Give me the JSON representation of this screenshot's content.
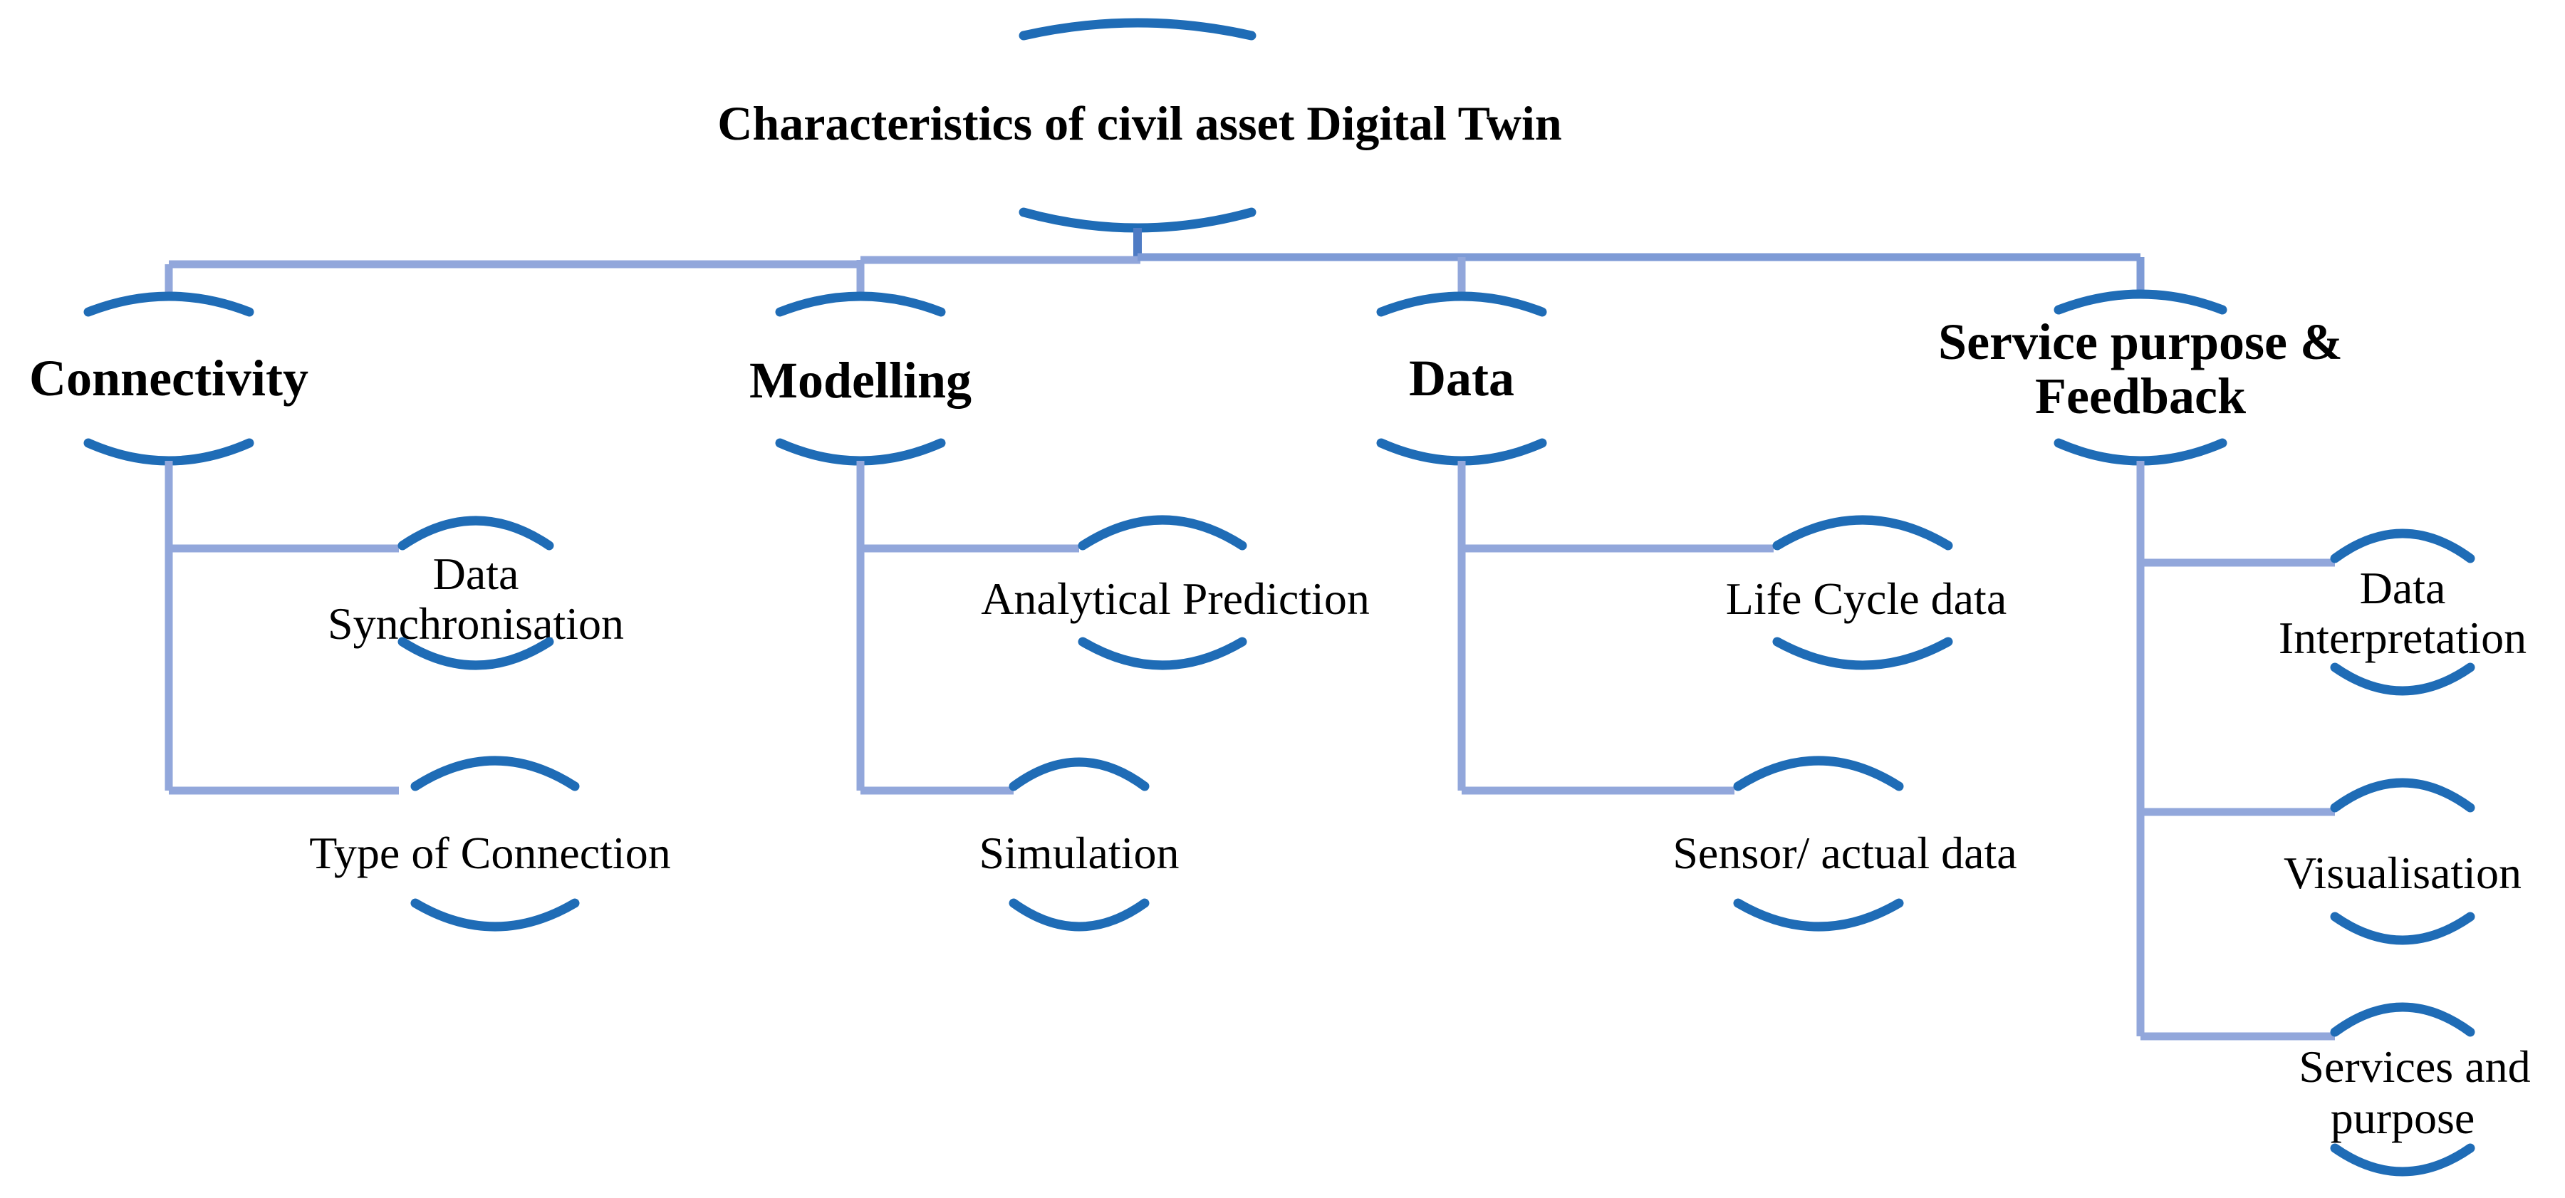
{
  "tree": {
    "root": {
      "label_lines": [
        "Characteristics of civil asset Digital Twin"
      ]
    },
    "branches": [
      {
        "label_lines": [
          "Connectivity"
        ],
        "children": [
          {
            "label_lines": [
              "Data",
              "Synchronisation"
            ]
          },
          {
            "label_lines": [
              "Type of Connection"
            ]
          }
        ]
      },
      {
        "label_lines": [
          "Modelling"
        ],
        "children": [
          {
            "label_lines": [
              "Analytical Prediction"
            ]
          },
          {
            "label_lines": [
              "Simulation"
            ]
          }
        ]
      },
      {
        "label_lines": [
          "Data"
        ],
        "children": [
          {
            "label_lines": [
              "Life Cycle data"
            ]
          },
          {
            "label_lines": [
              "Sensor/ actual data"
            ]
          }
        ]
      },
      {
        "label_lines": [
          "Service purpose &",
          "Feedback"
        ],
        "children": [
          {
            "label_lines": [
              "Data",
              "Interpretation"
            ]
          },
          {
            "label_lines": [
              "Visualisation"
            ]
          },
          {
            "label_lines": [
              "Services and",
              "purpose"
            ]
          }
        ]
      }
    ]
  },
  "colors": {
    "arc": "#1F6CB6",
    "light": "#92A7DB",
    "medium": "#7E9BD6",
    "stub": "#4E7BC4",
    "text": "#000000",
    "bg": "#FFFFFF"
  }
}
